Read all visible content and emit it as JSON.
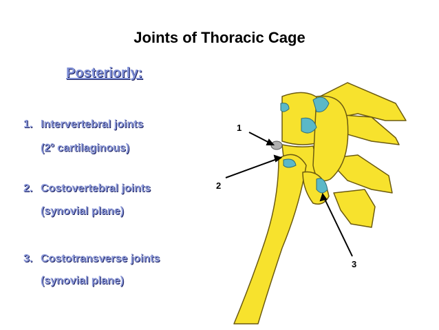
{
  "title": "Joints of Thoracic Cage",
  "subtitle": "Posteriorly:",
  "items": [
    {
      "num": "1.",
      "label": "Intervertebral joints",
      "sub_main": "(2",
      "sub_sup": "o",
      "sub_rest": " cartilaginous)"
    },
    {
      "num": "2.",
      "label": "Costovertebral joints",
      "sub": "(synovial plane)"
    },
    {
      "num": "3.",
      "label": "Costotransverse joints",
      "sub": "(synovial plane)"
    }
  ],
  "figure_labels": [
    "1",
    "2",
    "3"
  ],
  "colors": {
    "bone": "#f7e22d",
    "cartilage": "#5bb8c8",
    "text_blue": "#8a97d8"
  }
}
